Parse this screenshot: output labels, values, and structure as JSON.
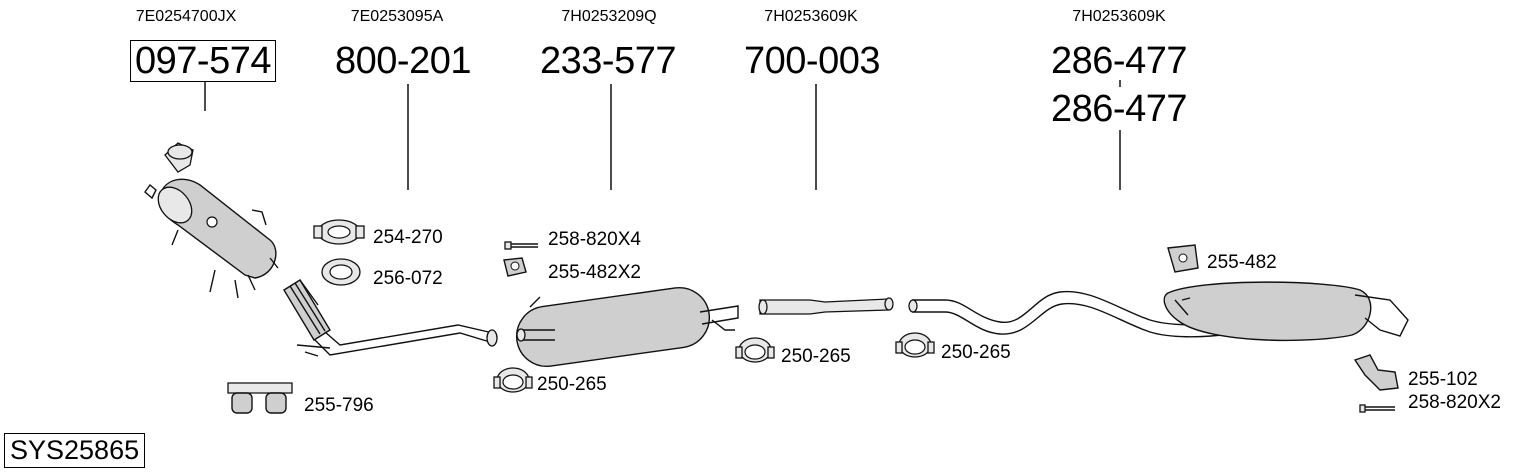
{
  "oem_numbers": [
    {
      "text": "7E0254700JX"
    },
    {
      "text": "7E0253095A"
    },
    {
      "text": "7H0253209Q"
    },
    {
      "text": "7H0253609K"
    },
    {
      "text": "7H0253609K"
    }
  ],
  "part_numbers": [
    {
      "text": "097-574"
    },
    {
      "text": "800-201"
    },
    {
      "text": "233-577"
    },
    {
      "text": "700-003"
    },
    {
      "text": "286-477"
    },
    {
      "text": "286-477"
    }
  ],
  "accessories": [
    {
      "text": "254-270"
    },
    {
      "text": "256-072"
    },
    {
      "text": "255-796"
    },
    {
      "text": "258-820X4"
    },
    {
      "text": "255-482X2"
    },
    {
      "text": "250-265"
    },
    {
      "text": "250-265"
    },
    {
      "text": "250-265"
    },
    {
      "text": "255-482"
    },
    {
      "text": "255-102"
    },
    {
      "text": "258-820X2"
    }
  ],
  "system_id": "SYS25865"
}
